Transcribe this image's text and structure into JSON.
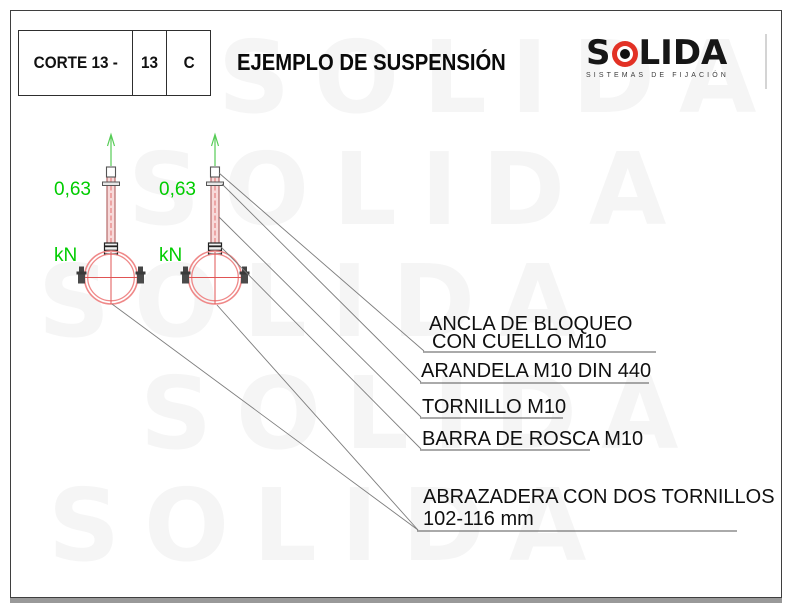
{
  "title_block": {
    "section_label": "CORTE 13 -",
    "sheet_number": "13",
    "revision_letter": "C"
  },
  "header": {
    "title": "EJEMPLO DE SUSPENSIÓN"
  },
  "logo": {
    "prefix": "S",
    "suffix": "LIDA",
    "tagline": "SISTEMAS DE FIJACIÓN"
  },
  "watermark": {
    "text": "SOLIDA"
  },
  "loads": [
    {
      "value": "0,63",
      "unit": "kN"
    },
    {
      "value": "0,63",
      "unit": "kN"
    }
  ],
  "callouts": [
    {
      "line1": "ANCLA DE BLOQUEO",
      "line2": "CON CUELLO M10"
    },
    {
      "line1": "ARANDELA M10 DIN 440"
    },
    {
      "line1": "TORNILLO M10"
    },
    {
      "line1": "BARRA DE ROSCA M10"
    },
    {
      "line1": "ABRAZADERA CON DOS TORNILLOS",
      "line2": "102-116 mm"
    }
  ],
  "colors": {
    "load_green": "#00cc00",
    "arrow_green": "#55cc55",
    "clamp_red": "#ef8888",
    "cross_red": "#e05454",
    "rod_fill": "#f8dada",
    "rod_edge": "#b56a6a",
    "leader": "#7d7d7d",
    "logo_red": "#e23125",
    "watermark": "#f5f5f5"
  }
}
